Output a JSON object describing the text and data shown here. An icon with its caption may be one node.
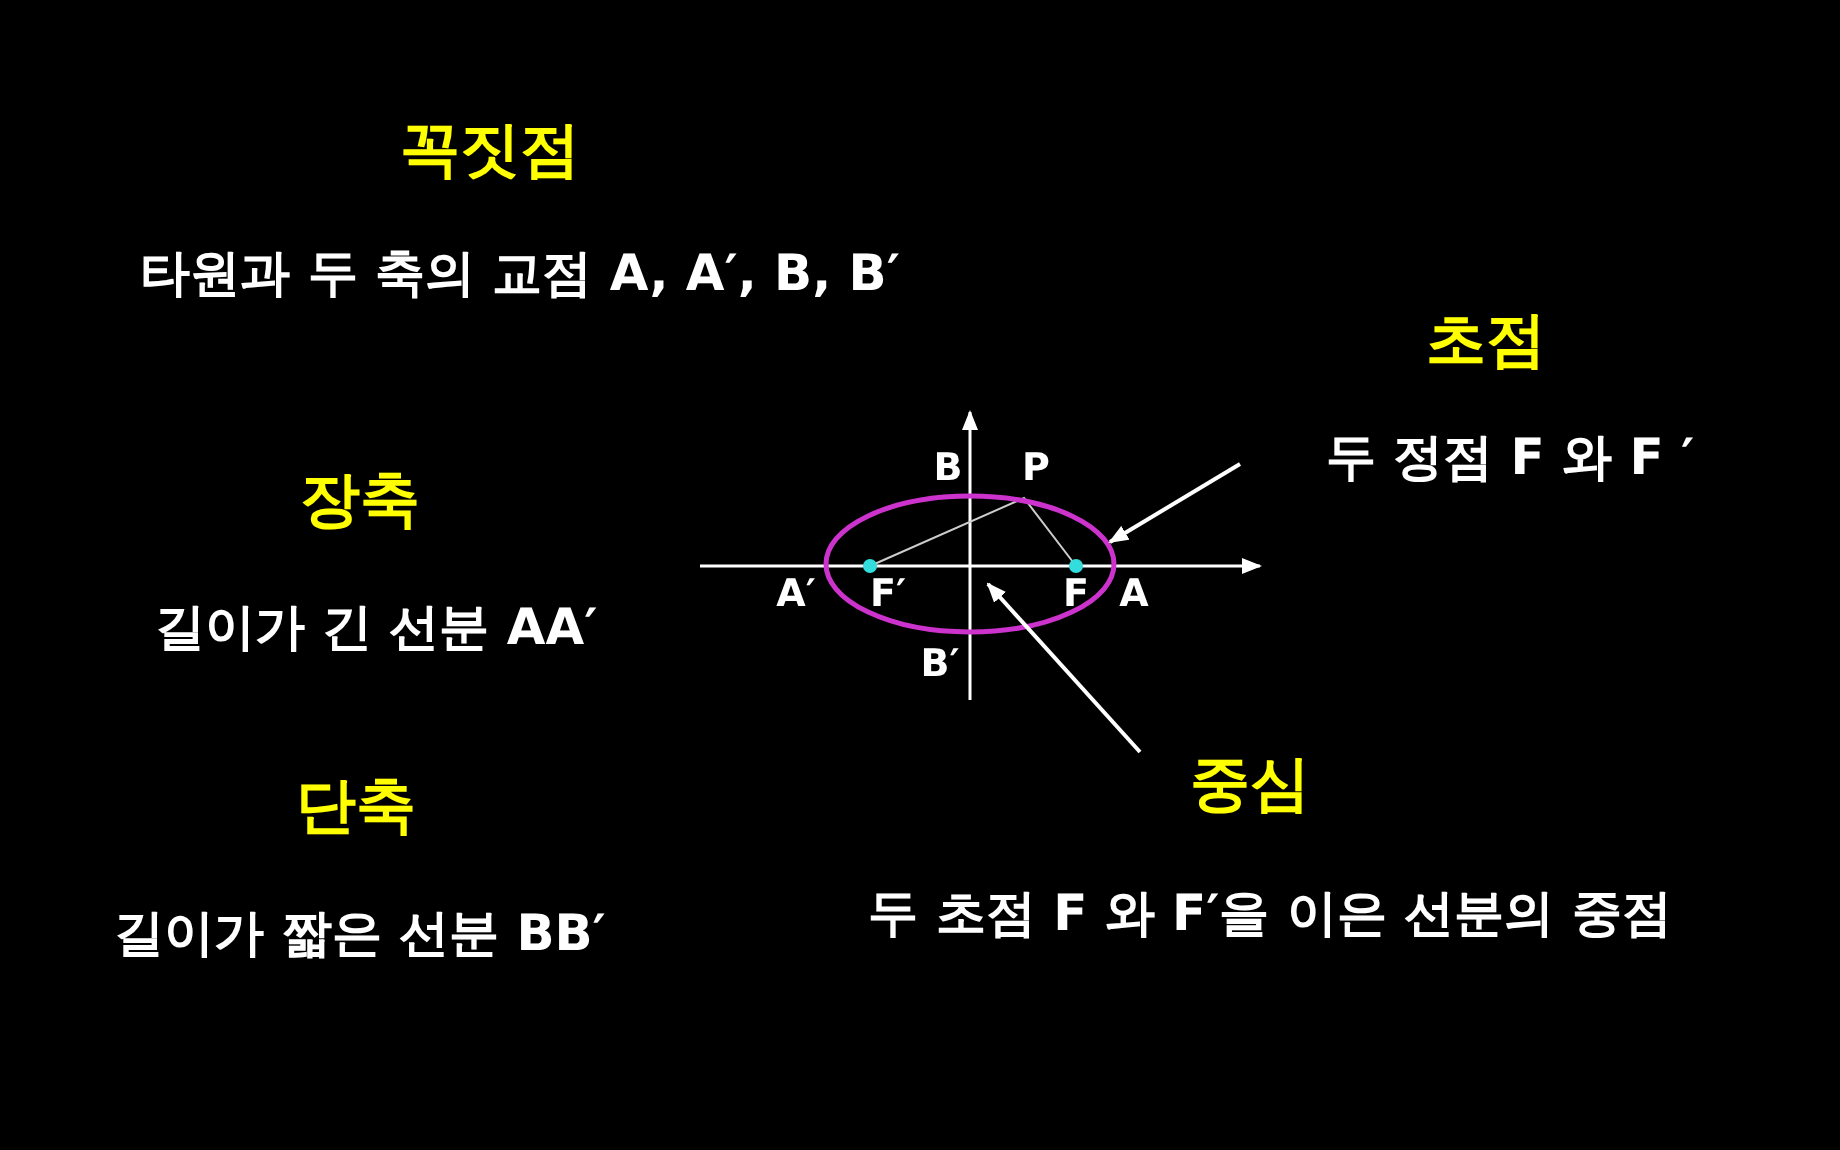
{
  "diagram": {
    "nodes": [
      {
        "text": [
          "초점",
          "두 정점 F 와 F ′"
        ]
      },
      {
        "text": [
          "중심",
          "두 초점 F 와 F′을 이은 선분의 중점"
        ]
      },
      {
        "text": [],
        "shape": "ellipse"
      }
    ],
    "edges": [
      {
        "from": 0,
        "to": 2,
        "arrow": "to"
      },
      {
        "from": 1,
        "to": 2,
        "arrow": "to"
      }
    ],
    "labels": [
      "꼭짓점",
      "타원과 두 축의 교점 A, A′, B, B′",
      "장축",
      "길이가 긴 선분 AA′",
      "단축",
      "길이가 짧은 선분 BB′",
      "B",
      "P",
      "A′",
      "F′",
      "F",
      "A",
      "B′"
    ]
  }
}
